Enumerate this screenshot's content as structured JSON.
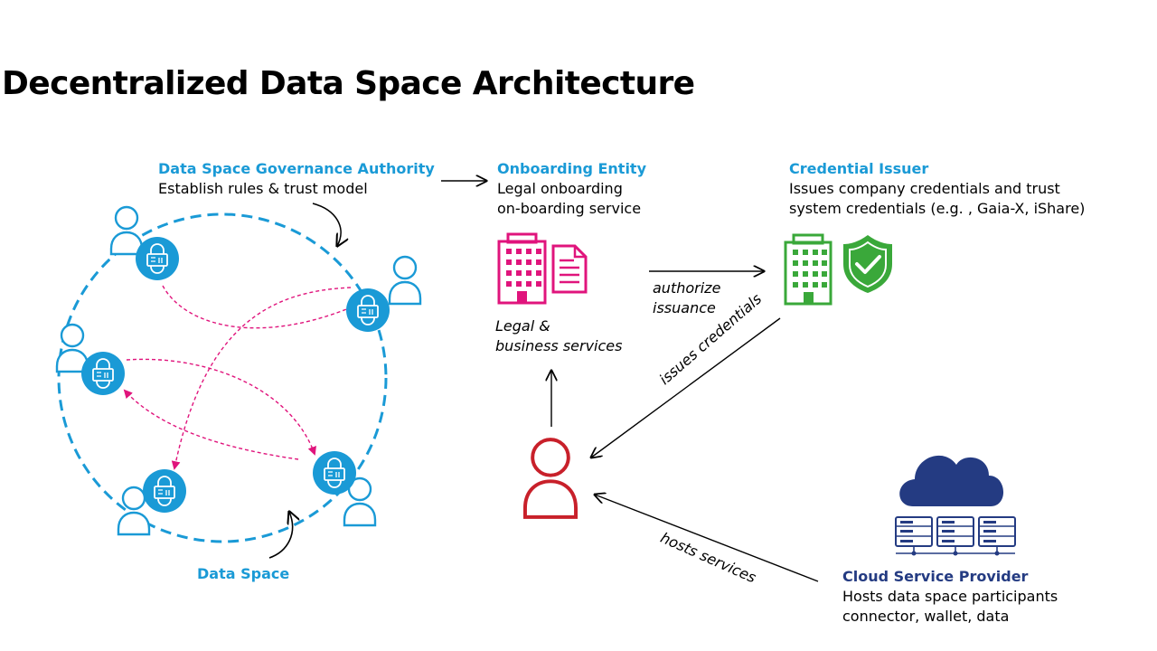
{
  "title": "Decentralized Data Space Architecture",
  "governance": {
    "heading": "Data Space Governance Authority",
    "text": "Establish rules & trust model"
  },
  "onboarding": {
    "heading": "Onboarding Entity",
    "line1": "Legal onboarding",
    "line2": "on-boarding service",
    "caption1": "Legal &",
    "caption2": "business services"
  },
  "credential": {
    "heading": "Credential Issuer",
    "line1": "Issues company credentials and trust",
    "line2": "system credentials (e.g. , Gaia-X, iShare)"
  },
  "cloud": {
    "heading": "Cloud Service Provider",
    "line1": "Hosts data space participants",
    "line2": "connector, wallet, data"
  },
  "data_space_label": "Data Space",
  "edges": {
    "authorize_1": "authorize",
    "authorize_2": "issuance",
    "issues_credentials": "issues credentials",
    "hosts_services": "hosts services"
  },
  "colors": {
    "blue": "#1a9ad6",
    "magenta": "#e0147c",
    "green": "#3aa83a",
    "red": "#c8202a",
    "navy": "#243b82"
  }
}
